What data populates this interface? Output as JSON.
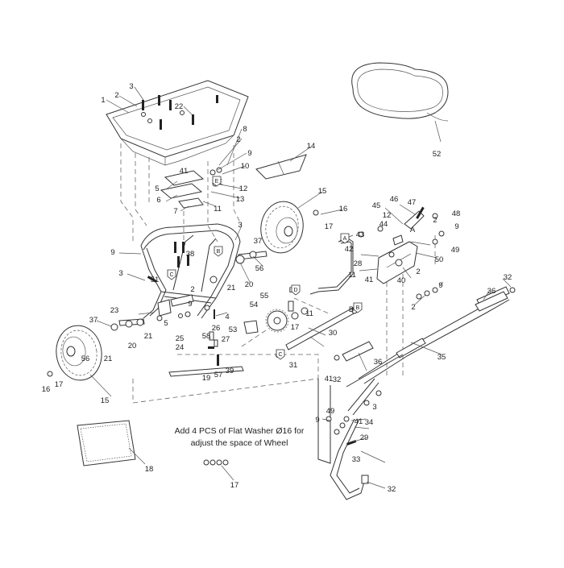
{
  "note": {
    "line1": "Add 4 PCS of Flat Washer Ø16 for",
    "line2": "adjust the space of Wheel"
  },
  "callouts": [
    "1",
    "2",
    "3",
    "22",
    "8",
    "2",
    "9",
    "10",
    "5",
    "41",
    "E",
    "12",
    "6",
    "13",
    "7",
    "11",
    "14",
    "15",
    "16",
    "17",
    "9",
    "3",
    "37",
    "38",
    "B",
    "56",
    "20",
    "21",
    "3",
    "C",
    "51",
    "2",
    "9",
    "5",
    "21",
    "23",
    "37",
    "20",
    "21",
    "56",
    "17",
    "16",
    "15",
    "26",
    "4",
    "25",
    "24",
    "58",
    "27",
    "53",
    "39",
    "57",
    "19",
    "54",
    "55",
    "D",
    "17",
    "11",
    "18",
    "A",
    "43",
    "42",
    "28",
    "11",
    "41",
    "45",
    "46",
    "47",
    "12",
    "44",
    "A",
    "2",
    "9",
    "48",
    "49",
    "50",
    "40",
    "2",
    "2",
    "9",
    "52",
    "30",
    "B",
    "C",
    "31",
    "32",
    "41",
    "36",
    "36",
    "32",
    "35",
    "3",
    "49",
    "9",
    "41",
    "34",
    "29",
    "33",
    "32",
    "17"
  ],
  "connector_letters": [
    "A",
    "B",
    "C",
    "D",
    "E"
  ],
  "colors": {
    "line": "#333333",
    "background": "#ffffff"
  }
}
